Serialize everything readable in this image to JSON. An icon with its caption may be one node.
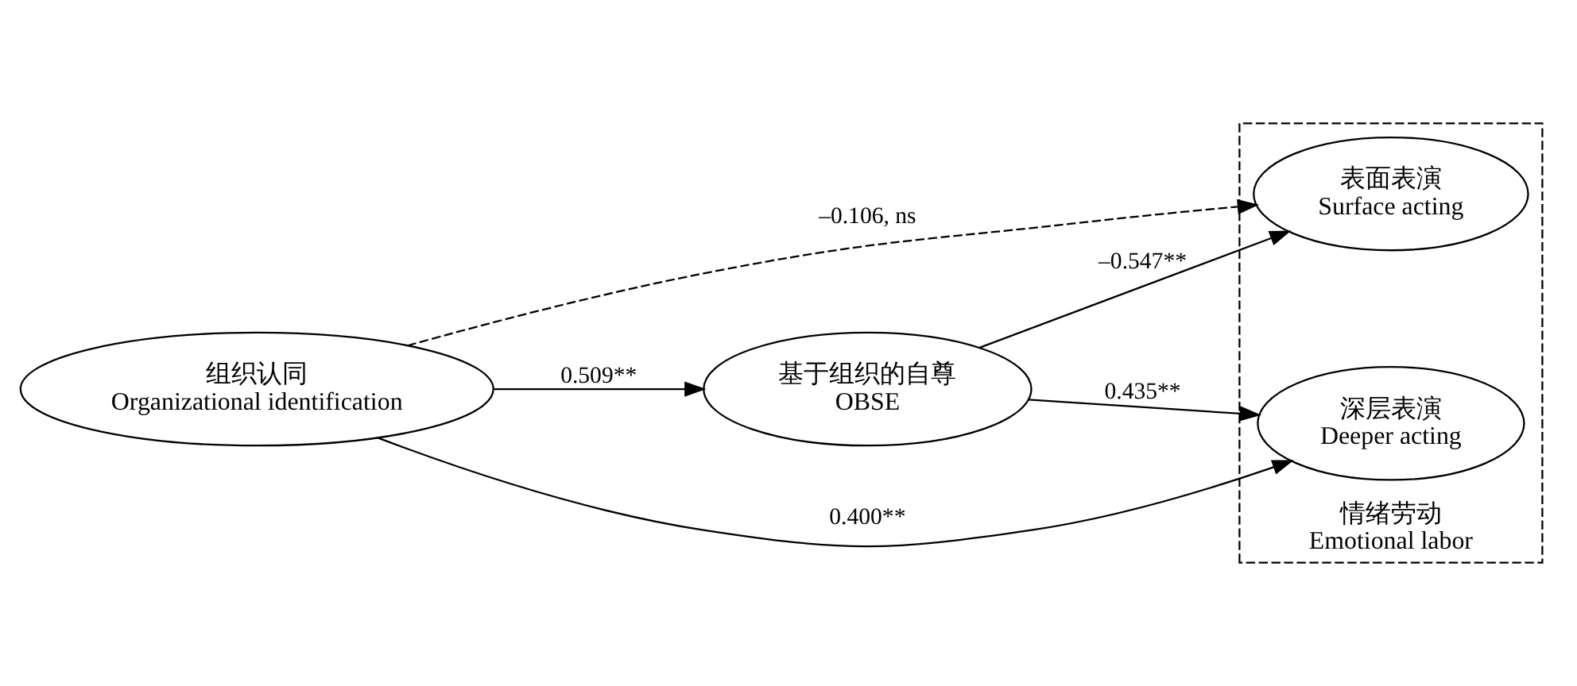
{
  "diagram": {
    "nodes": [
      {
        "text": [
          "组织认同",
          "Organizational identification"
        ]
      },
      {
        "text": [
          "基于组织的自尊",
          "OBSE"
        ]
      },
      {
        "text": [
          "情绪劳动",
          "Emotional labor"
        ]
      },
      {
        "text": [
          "表面表演",
          "Surface acting"
        ],
        "in": 2
      },
      {
        "text": [
          "深层表演",
          "Deeper acting"
        ],
        "in": 2
      }
    ],
    "edges": [
      {
        "from": 0,
        "to": 3,
        "arrow": "to",
        "label": "–0.106, ns",
        "style": "dashed"
      },
      {
        "from": 0,
        "to": 1,
        "arrow": "to",
        "label": "0.509**"
      },
      {
        "from": 0,
        "to": 4,
        "arrow": "to",
        "label": "0.400**"
      },
      {
        "from": 1,
        "to": 3,
        "arrow": "to",
        "label": "–0.547**"
      },
      {
        "from": 1,
        "to": 4,
        "arrow": "to",
        "label": "0.435**"
      }
    ]
  }
}
